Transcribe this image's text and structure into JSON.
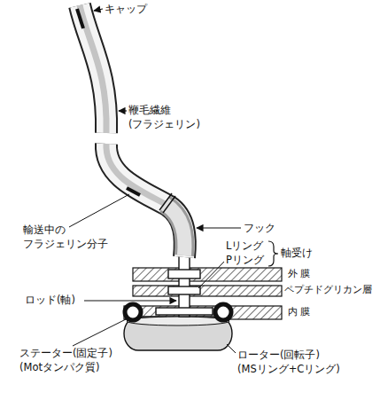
{
  "diagram": {
    "labels": [
      "キャップ",
      "鞭毛繊維 (フラジェリン)",
      "輸送中の フラジェリン分子",
      "フック",
      "Lリング",
      "Pリング",
      "軸受け",
      "外 膜",
      "ペプチドグリカン層",
      "内 膜",
      "ロッド(軸)",
      "ステーター(固定子) (Motタンパク質)",
      "ローター(回転子) (MSリング+Cリング)"
    ]
  }
}
